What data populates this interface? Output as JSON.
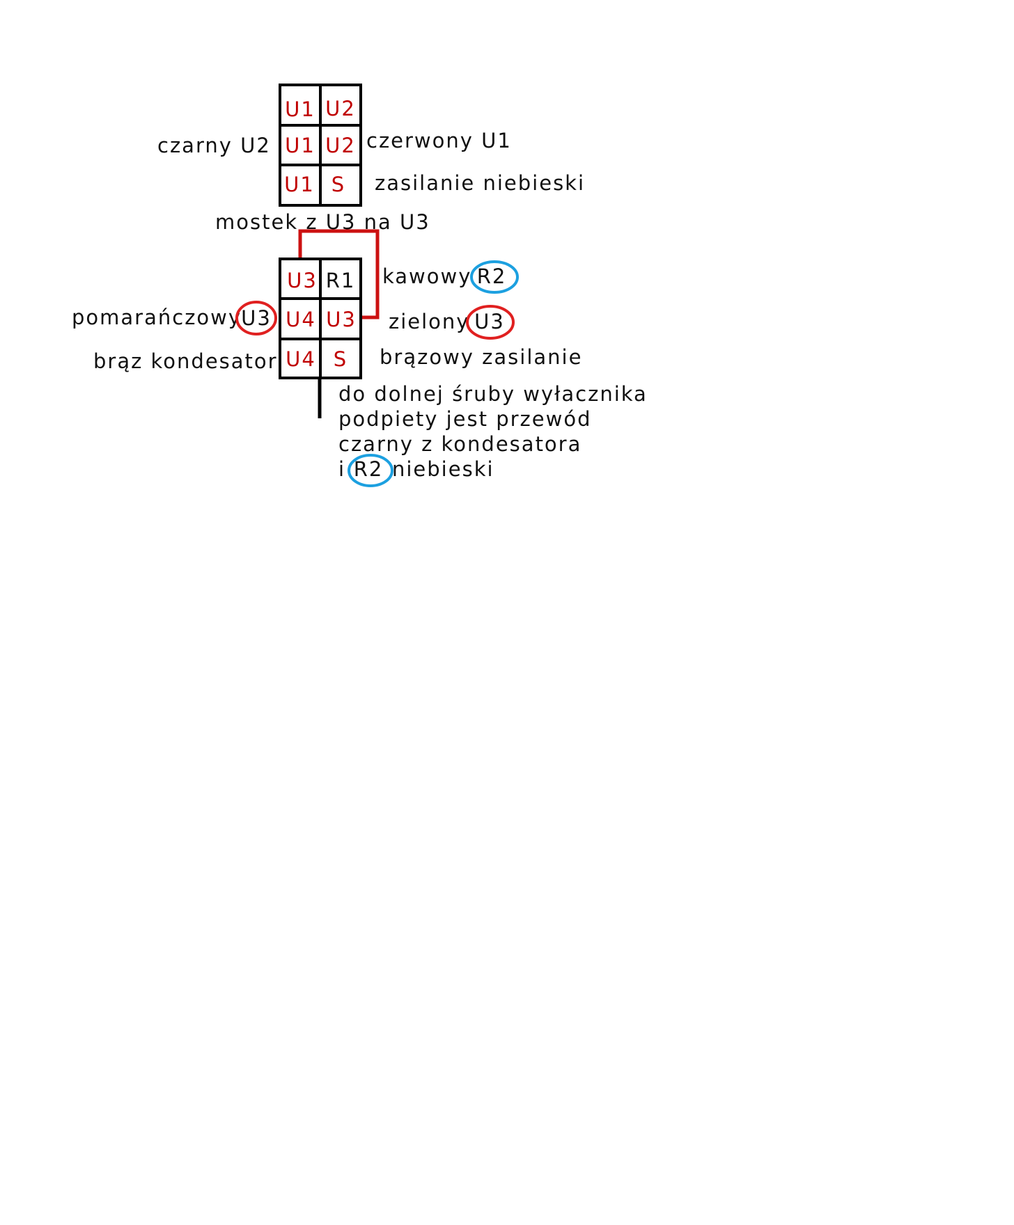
{
  "colors": {
    "line": "#000000",
    "terminal_text": "#c00000",
    "terminal_text_black": "#111111",
    "bridge": "#cc1111",
    "ring_red": "#e02020",
    "ring_blue": "#1ca0e0",
    "label_navy": "#1a1a3a"
  },
  "upper_block": {
    "cells": [
      [
        "U1",
        "U2"
      ],
      [
        "U1",
        "U2"
      ],
      [
        "U1",
        "S"
      ]
    ],
    "label_left_mid": "czarny U2",
    "label_right_mid": "czerwony U1",
    "label_right_bottom": "zasilanie niebieski"
  },
  "bridge_label": "mostek z U3 na U3",
  "lower_block": {
    "cells": [
      [
        "U3",
        "R1"
      ],
      [
        "U4",
        "U3"
      ],
      [
        "U4",
        "S"
      ]
    ],
    "label_left_mid_text": "pomarańczowy",
    "label_left_mid_circled": "U3",
    "label_left_bottom": "brąz kondesator",
    "label_right_top_text": "kawowy",
    "label_right_top_circled": "R2",
    "label_right_mid_text": "zielony",
    "label_right_mid_circled": "U3",
    "label_right_bottom": "brązowy zasilanie"
  },
  "note": {
    "line1": "do dolnej śruby wyłacznika",
    "line2": "podpiety jest przewód",
    "line3": "czarny z kondesatora",
    "line4_prefix": "i",
    "line4_circled": "R2",
    "line4_suffix": "niebieski"
  }
}
